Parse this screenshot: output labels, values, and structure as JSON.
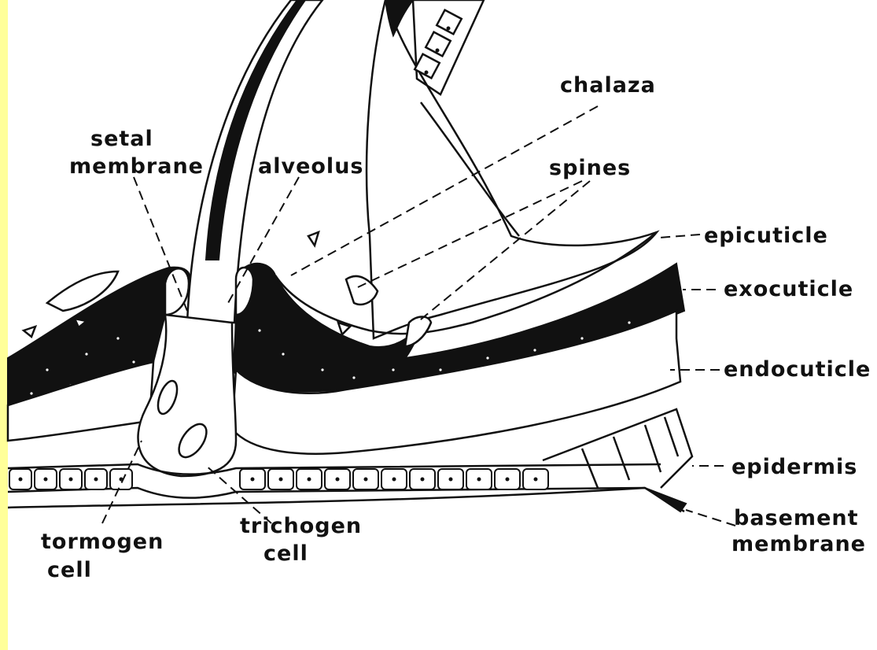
{
  "colors": {
    "border": "#ffff99",
    "paper": "#ffffff",
    "ink": "#111111"
  },
  "labels": {
    "chalaza": "chalaza",
    "setal_membrane_1": "setal",
    "setal_membrane_2": "membrane",
    "alveolus": "alveolus",
    "spines": "spines",
    "epicuticle": "epicuticle",
    "exocuticle": "exocuticle",
    "endocuticle": "endocuticle",
    "epidermis": "epidermis",
    "basement_membrane_1": "basement",
    "basement_membrane_2": "membrane",
    "tormogen_cell_1": "tormogen",
    "tormogen_cell_2": "cell",
    "trichogen_cell_1": "trichogen",
    "trichogen_cell_2": "cell"
  }
}
